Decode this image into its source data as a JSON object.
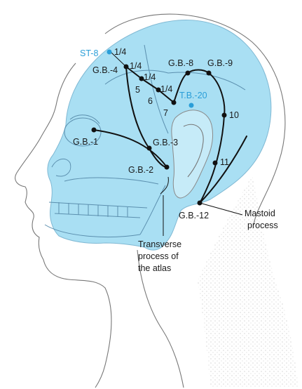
{
  "points": {
    "st8": "ST-8",
    "gb4": "G.B.-4",
    "gb8": "G.B.-8",
    "gb9": "G.B.-9",
    "tb20": "T.B.-20",
    "gb1": "G.B.-1",
    "gb3": "G.B.-3",
    "gb2": "G.B.-2",
    "gb12": "G.B.-12"
  },
  "measures": {
    "q1": "1/4",
    "q2": "1/4",
    "q3": "1/4",
    "q4": "1/4"
  },
  "numbers": {
    "n5": "5",
    "n6": "6",
    "n7": "7",
    "n10": "10",
    "n11": "11"
  },
  "annotations": {
    "mastoid_line1": "Mastoid",
    "mastoid_line2": "process",
    "atlas_line1": "Transverse",
    "atlas_line2": "process of",
    "atlas_line3": "the atlas"
  },
  "colors": {
    "skull_fill": "#a9dff3",
    "channel": "#111111",
    "accent_blue": "#2a9ed8"
  }
}
